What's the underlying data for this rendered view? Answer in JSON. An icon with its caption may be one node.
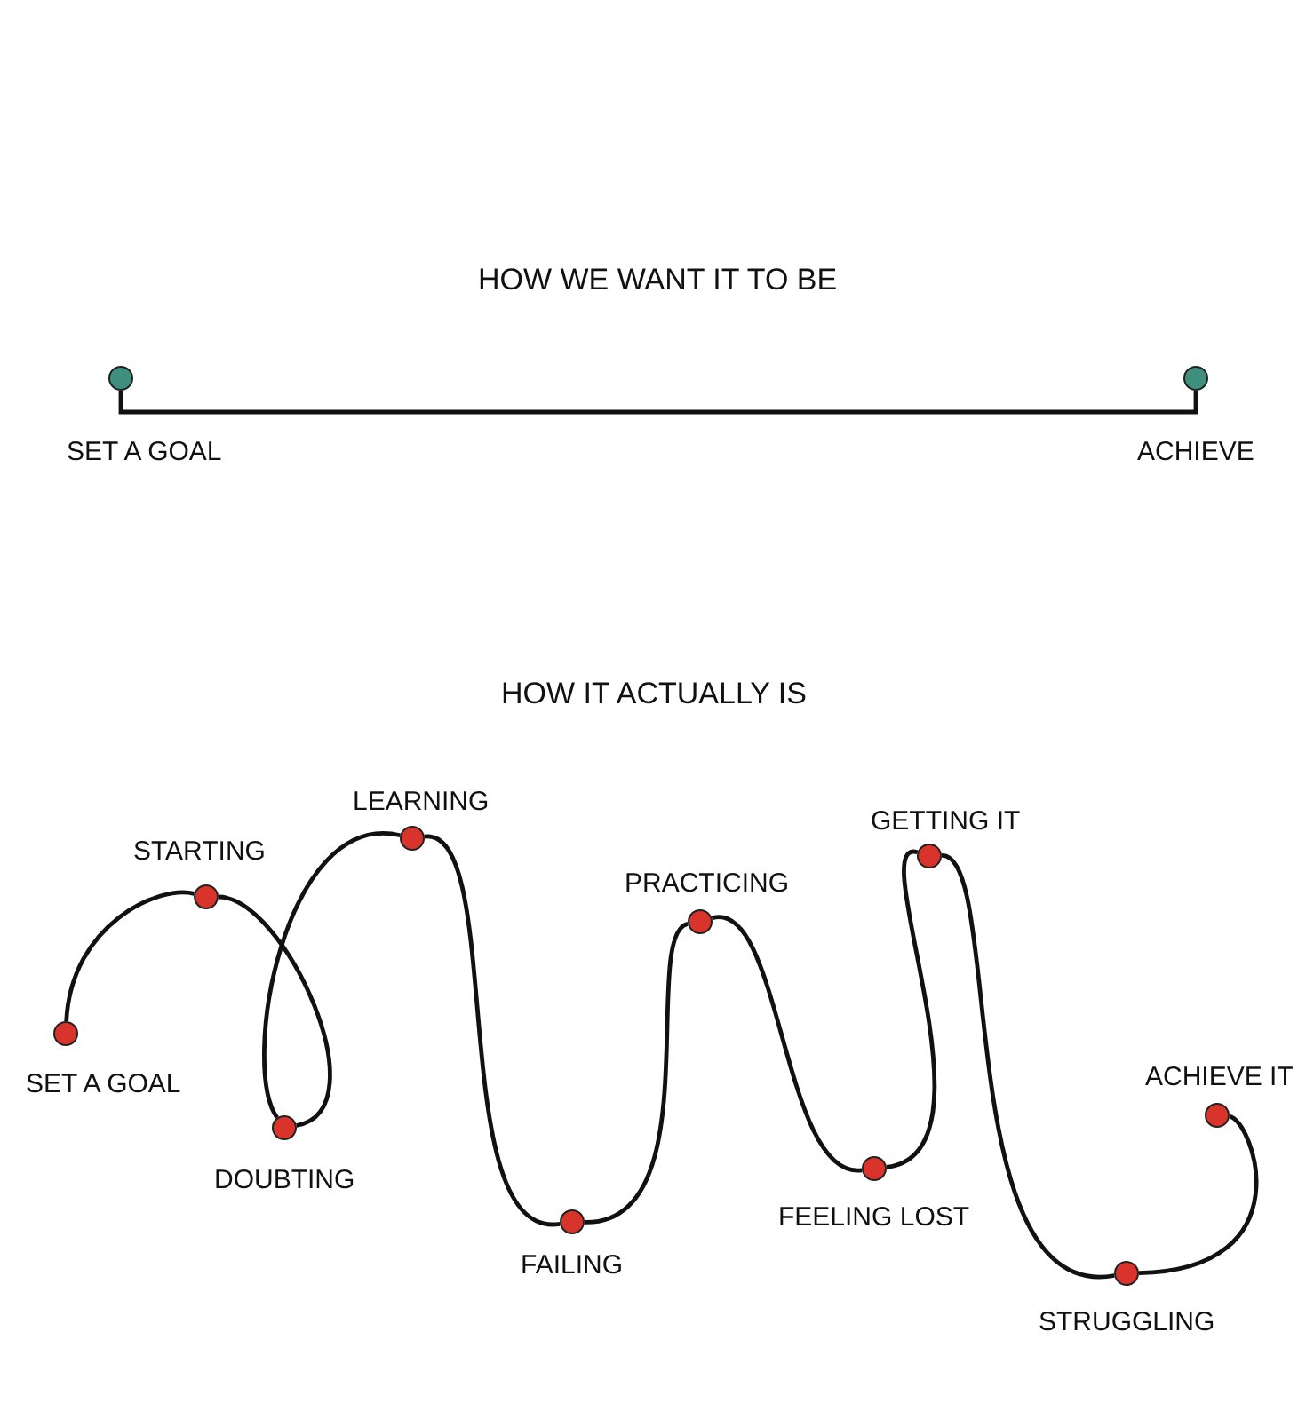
{
  "diagram": {
    "nodes": [
      {
        "text": [
          "SET A GOAL"
        ]
      },
      {
        "text": [
          "ACHIEVE"
        ]
      },
      {
        "text": [
          "SET A GOAL"
        ]
      },
      {
        "text": [
          "STARTING"
        ]
      },
      {
        "text": [
          "LEARNING"
        ]
      },
      {
        "text": [
          "DOUBTING"
        ]
      },
      {
        "text": [
          "FAILING"
        ]
      },
      {
        "text": [
          "PRACTICING"
        ]
      },
      {
        "text": [
          "FEELING LOST"
        ]
      },
      {
        "text": [
          "GETTING IT"
        ]
      },
      {
        "text": [
          "STRUGGLING"
        ]
      },
      {
        "text": [
          "ACHIEVE IT"
        ]
      }
    ],
    "edges": [
      {
        "from": 0,
        "to": 1,
        "arrow": "none"
      },
      {
        "from": 2,
        "to": 3,
        "arrow": "none"
      },
      {
        "from": 3,
        "to": 5,
        "arrow": "none"
      },
      {
        "from": 5,
        "to": 4,
        "arrow": "none"
      },
      {
        "from": 4,
        "to": 6,
        "arrow": "none"
      },
      {
        "from": 6,
        "to": 7,
        "arrow": "none"
      },
      {
        "from": 7,
        "to": 8,
        "arrow": "none"
      },
      {
        "from": 8,
        "to": 9,
        "arrow": "none"
      },
      {
        "from": 9,
        "to": 10,
        "arrow": "none"
      },
      {
        "from": 10,
        "to": 11,
        "arrow": "none"
      }
    ],
    "labels": [
      "HOW WE WANT IT TO BE",
      "HOW IT ACTUALLY IS"
    ]
  }
}
